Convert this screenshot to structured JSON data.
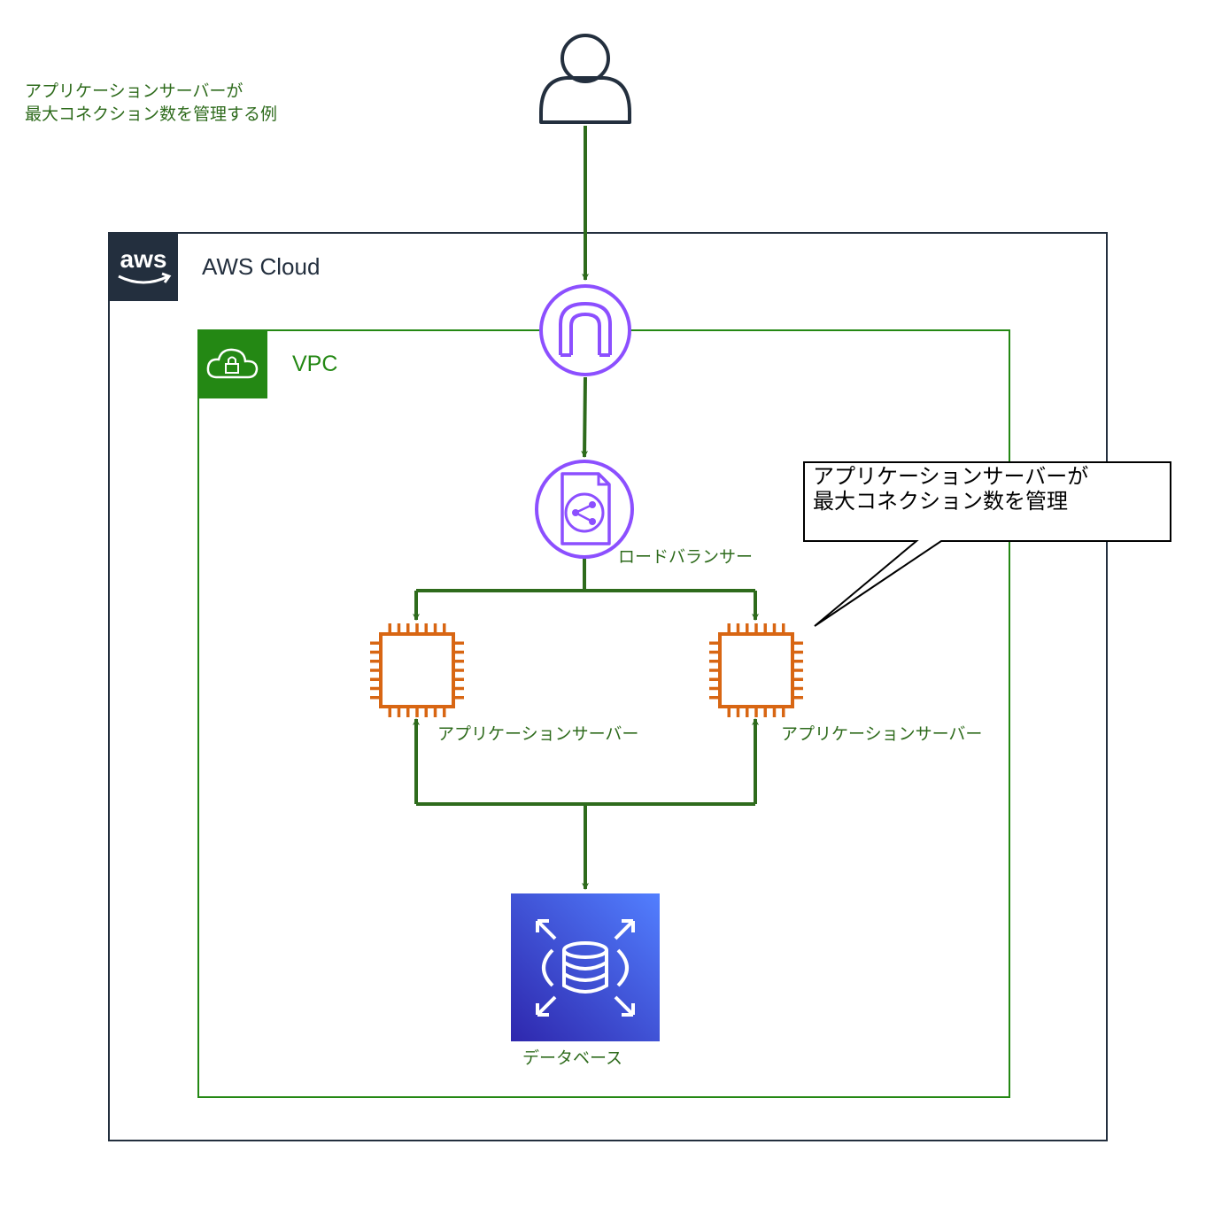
{
  "title": {
    "line1": "アプリケーションサーバーが",
    "line2": "最大コネクション数を管理する例"
  },
  "groups": {
    "aws_cloud": {
      "label": "AWS Cloud",
      "logo_text": "aws"
    },
    "vpc": {
      "label": "VPC"
    }
  },
  "nodes": {
    "user": {
      "icon": "user-icon"
    },
    "internet_gateway": {
      "icon": "internet-gateway-icon"
    },
    "load_balancer": {
      "label": "ロードバランサー",
      "icon": "load-balancer-icon"
    },
    "app_server_1": {
      "label": "アプリケーションサーバー",
      "icon": "ec2-instance-icon"
    },
    "app_server_2": {
      "label": "アプリケーションサーバー",
      "icon": "ec2-instance-icon"
    },
    "database": {
      "label": "データベース",
      "icon": "rds-database-icon"
    }
  },
  "callout": {
    "line1": "アプリケーションサーバーが",
    "line2": "最大コネクション数を管理"
  },
  "colors": {
    "arrow": "#2e6b1c",
    "aws_border": "#232f3e",
    "vpc_border": "#248814",
    "network_purple": "#8c4fff",
    "compute_orange": "#d86613",
    "db_gradient_start": "#2e27ad",
    "db_gradient_end": "#527fff"
  }
}
